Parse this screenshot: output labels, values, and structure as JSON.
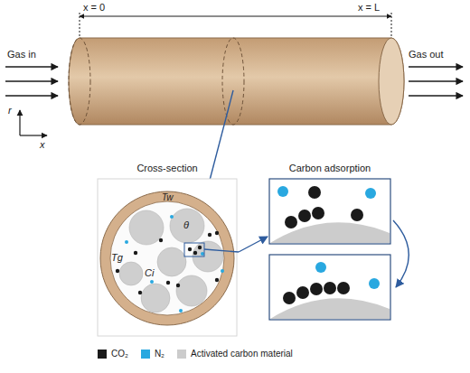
{
  "diagram": {
    "nodes": [
      {
        "text": [
          "Cross-section"
        ]
      },
      {
        "text": [
          "Carbon adsorption"
        ]
      }
    ],
    "edges": [
      {
        "from": 0,
        "to": 1,
        "arrow": "to"
      }
    ],
    "labels": [
      "x = 0",
      "x = L",
      "Gas in",
      "Gas out",
      "r",
      "x",
      "Tw",
      "θ",
      "Tg",
      "Ci"
    ],
    "legend": [
      {
        "text": "CO₂",
        "color": "#1a1a1a"
      },
      {
        "text": "N₂",
        "color": "#29a8e0"
      },
      {
        "text": "Activated carbon material",
        "color": "#cccccc"
      }
    ]
  }
}
